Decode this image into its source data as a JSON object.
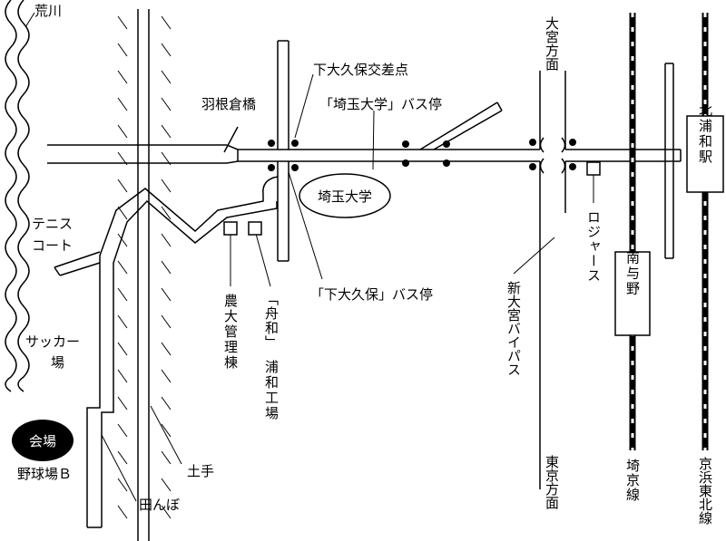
{
  "labels": {
    "arakawa": "荒川",
    "tennis_line1": "テニス",
    "tennis_line2": "コート",
    "soccer_line1": "サッカー",
    "soccer_line2": "場",
    "venue": "会場",
    "baseball": "野球場Ｂ",
    "dote": "土手",
    "tanbo": "田んぼ",
    "haneguramashi": "羽根倉橋",
    "shimookubo_intersection": "下大久保交差点",
    "saitama_univ_stop": "「埼玉大学」バス停",
    "saitama_univ": "埼玉大学",
    "shimookubo_stop": "「下大久保」バス停",
    "nodai_building": "農大管理棟",
    "funawa_factory_bracket": "「舟和」",
    "funawa_factory_rest": "浦和工場",
    "omiya_direction": "大宮方面",
    "tokyo_direction": "東京方面",
    "shin_omiya_bypass": "新大宮バイパス",
    "rogers": "ロジャース",
    "minami_yono": "南与野",
    "saikyo_line": "埼京線",
    "kita_urawa": "北浦和駅",
    "keihin_tohoku_line": "京浜東北線"
  },
  "colors": {
    "ink": "#000000",
    "paper": "#ffffff"
  }
}
